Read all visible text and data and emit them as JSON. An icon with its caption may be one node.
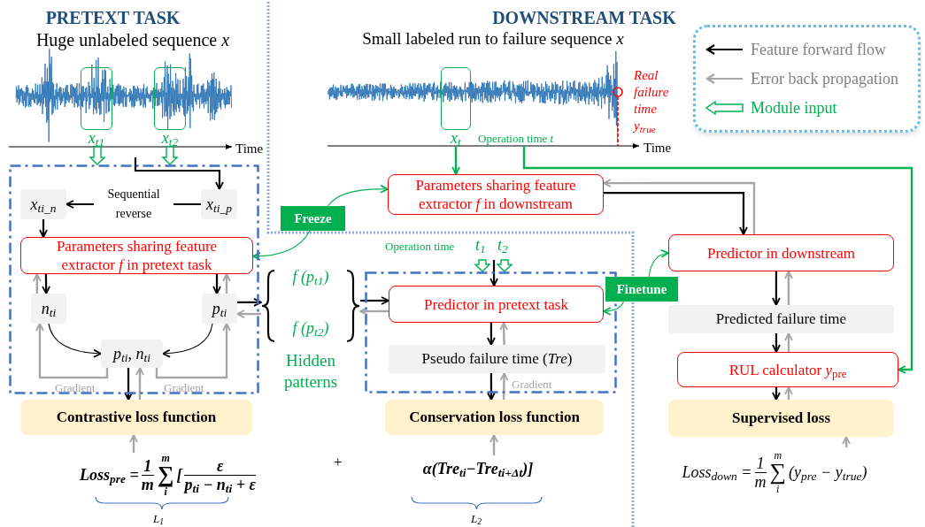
{
  "diagram": {
    "nodes": [
      {
        "text": [
          "x$_{t1}$"
        ]
      },
      {
        "text": [
          "x$_{t2}$"
        ]
      },
      {
        "text": [
          "x$_{t}$"
        ]
      },
      {
        "text": [
          "Operation time *t*"
        ]
      },
      {
        "text": [],
        "shape": "box"
      },
      {
        "text": [
          "x$_{ti_n}$"
        ],
        "in": 4
      },
      {
        "text": [
          "x$_{ti_p}$"
        ],
        "in": 4
      },
      {
        "text": [
          "Parameters sharing feature extractor *f* in pretext task"
        ],
        "in": 4
      },
      {
        "text": [
          "n$_{ti}$"
        ],
        "in": 4
      },
      {
        "text": [
          "p$_{ti}$"
        ],
        "in": 4
      },
      {
        "text": [
          "p$_{ti}$, n$_{ti}$"
        ],
        "in": 4
      },
      {
        "text": [
          "f (p$_{t1}$)",
          "f (p$_{t2}$)",
          "Hidden patterns"
        ]
      },
      {
        "text": [
          "Contrastive loss function"
        ]
      },
      {
        "text": [
          "Loss$_{pre}$ =",
          "1",
          "m",
          "m",
          "∑",
          "i",
          "[",
          "ε",
          "p$_{ti}$ − n$_{ti}$ + ε"
        ]
      },
      {
        "text": [
          "Freeze"
        ]
      },
      {
        "text": [
          "Parameters sharing feature extractor *f* in downstream"
        ]
      },
      {
        "text": [],
        "shape": "box"
      },
      {
        "text": [
          "Operation time",
          "t$_{1}$",
          "t$_{2}$"
        ]
      },
      {
        "text": [
          "Predictor in pretext task"
        ],
        "in": 16
      },
      {
        "text": [
          "Pseudo failure time (*Tre*)"
        ],
        "in": 16
      },
      {
        "text": [
          "Conservation loss function"
        ]
      },
      {
        "text": [
          "α(Tre$_{ti}$−Tre$_{ti+Δt}$)]"
        ]
      },
      {
        "text": [
          "Predictor in downstream"
        ]
      },
      {
        "text": [
          "Finetune"
        ]
      },
      {
        "text": [
          "Predicted failure time"
        ]
      },
      {
        "text": [
          "RUL calculator *y*$_{pre}$"
        ]
      },
      {
        "text": [
          "Supervised loss"
        ]
      },
      {
        "text": [
          "Loss$_{down}$ =",
          "1",
          "m",
          "m",
          "∑",
          "i",
          "(y$_{pre}$ − y$_{true}$)"
        ]
      }
    ],
    "edges": [
      {
        "from": 0,
        "to": 4,
        "arrow": "to",
        "style": "thick",
        "color": "#00b050"
      },
      {
        "from": 1,
        "to": 4,
        "arrow": "to",
        "style": "thick",
        "color": "#00b050"
      },
      {
        "from": null,
        "to": 6,
        "arrow": "to"
      },
      {
        "from": 6,
        "to": 5,
        "arrow": "to",
        "label": "Sequential reverse"
      },
      {
        "from": 5,
        "to": 7,
        "arrow": "to"
      },
      {
        "from": 7,
        "to": 8,
        "arrow": "to"
      },
      {
        "from": 8,
        "to": 7,
        "arrow": "to",
        "color": "#a6a6a6"
      },
      {
        "from": 7,
        "to": 9,
        "arrow": "to"
      },
      {
        "from": 9,
        "to": 7,
        "arrow": "to",
        "color": "#a6a6a6"
      },
      {
        "from": 8,
        "to": 10,
        "arrow": "to"
      },
      {
        "from": 9,
        "to": 10,
        "arrow": "to"
      },
      {
        "from": 10,
        "to": 8,
        "arrow": "to",
        "color": "#a6a6a6"
      },
      {
        "from": 10,
        "to": 9,
        "arrow": "to",
        "color": "#a6a6a6"
      },
      {
        "from": 10,
        "to": 12,
        "arrow": "to"
      },
      {
        "from": 12,
        "to": 10,
        "arrow": "to",
        "color": "#a6a6a6"
      },
      {
        "from": 13,
        "to": 12,
        "arrow": "to",
        "color": "#a6a6a6"
      },
      {
        "from": 9,
        "to": 11,
        "arrow": "to"
      },
      {
        "from": 11,
        "to": 9,
        "arrow": "to",
        "color": "#a6a6a6"
      },
      {
        "from": 11,
        "to": 18,
        "arrow": "to"
      },
      {
        "from": 18,
        "to": 11,
        "arrow": "to",
        "color": "#a6a6a6"
      },
      {
        "from": 14,
        "to": 7,
        "arrow": "to",
        "color": "#00b050"
      },
      {
        "from": 14,
        "to": 15,
        "arrow": "to",
        "color": "#00b050"
      },
      {
        "from": 2,
        "to": 15,
        "arrow": "to",
        "color": "#00b050"
      },
      {
        "from": 17,
        "to": 16,
        "arrow": "to",
        "style": "thick",
        "color": "#00b050"
      },
      {
        "from": 17,
        "to": 16,
        "arrow": "to",
        "style": "thick",
        "color": "#00b050"
      },
      {
        "from": 17,
        "to": 18,
        "arrow": "to"
      },
      {
        "from": 18,
        "to": 19,
        "arrow": "to"
      },
      {
        "from": 19,
        "to": 18,
        "arrow": "to",
        "color": "#a6a6a6"
      },
      {
        "from": 19,
        "to": 20,
        "arrow": "to"
      },
      {
        "from": 20,
        "to": 19,
        "arrow": "to",
        "color": "#a6a6a6"
      },
      {
        "from": 21,
        "to": 20,
        "arrow": "to",
        "color": "#a6a6a6"
      },
      {
        "from": 15,
        "to": 22,
        "arrow": "to"
      },
      {
        "from": 22,
        "to": 15,
        "arrow": "to",
        "color": "#a6a6a6"
      },
      {
        "from": 23,
        "to": 18,
        "arrow": "to",
        "color": "#00b050"
      },
      {
        "from": 23,
        "to": 22,
        "arrow": "to",
        "color": "#00b050"
      },
      {
        "from": 22,
        "to": 24,
        "arrow": "to"
      },
      {
        "from": 24,
        "to": 22,
        "arrow": "to",
        "color": "#a6a6a6"
      },
      {
        "from": 24,
        "to": 25,
        "arrow": "to"
      },
      {
        "from": 25,
        "to": 24,
        "arrow": "to",
        "color": "#a6a6a6"
      },
      {
        "from": 25,
        "to": 26,
        "arrow": "to"
      },
      {
        "from": 26,
        "to": 25,
        "arrow": "to",
        "color": "#a6a6a6"
      },
      {
        "from": 27,
        "to": 26,
        "arrow": "to",
        "color": "#a6a6a6"
      },
      {
        "from": 3,
        "to": 25,
        "arrow": "to",
        "color": "#00b050"
      }
    ],
    "labels": [
      "PRETEXT TASK",
      "Huge unlabeled sequence *x*",
      "Time",
      "DOWNSTREAM TASK",
      "Small labeled run to failure sequence *x*",
      "Real failure time y$_{true}$",
      "Time",
      "Gradient",
      "Gradient",
      "Gradient",
      "+",
      "L$_{1}$",
      "L$_{2}$"
    ],
    "legend": [
      {
        "text": "Feature forward flow"
      },
      {
        "text": "Error back propagation"
      },
      {
        "text": "Module input"
      }
    ]
  }
}
